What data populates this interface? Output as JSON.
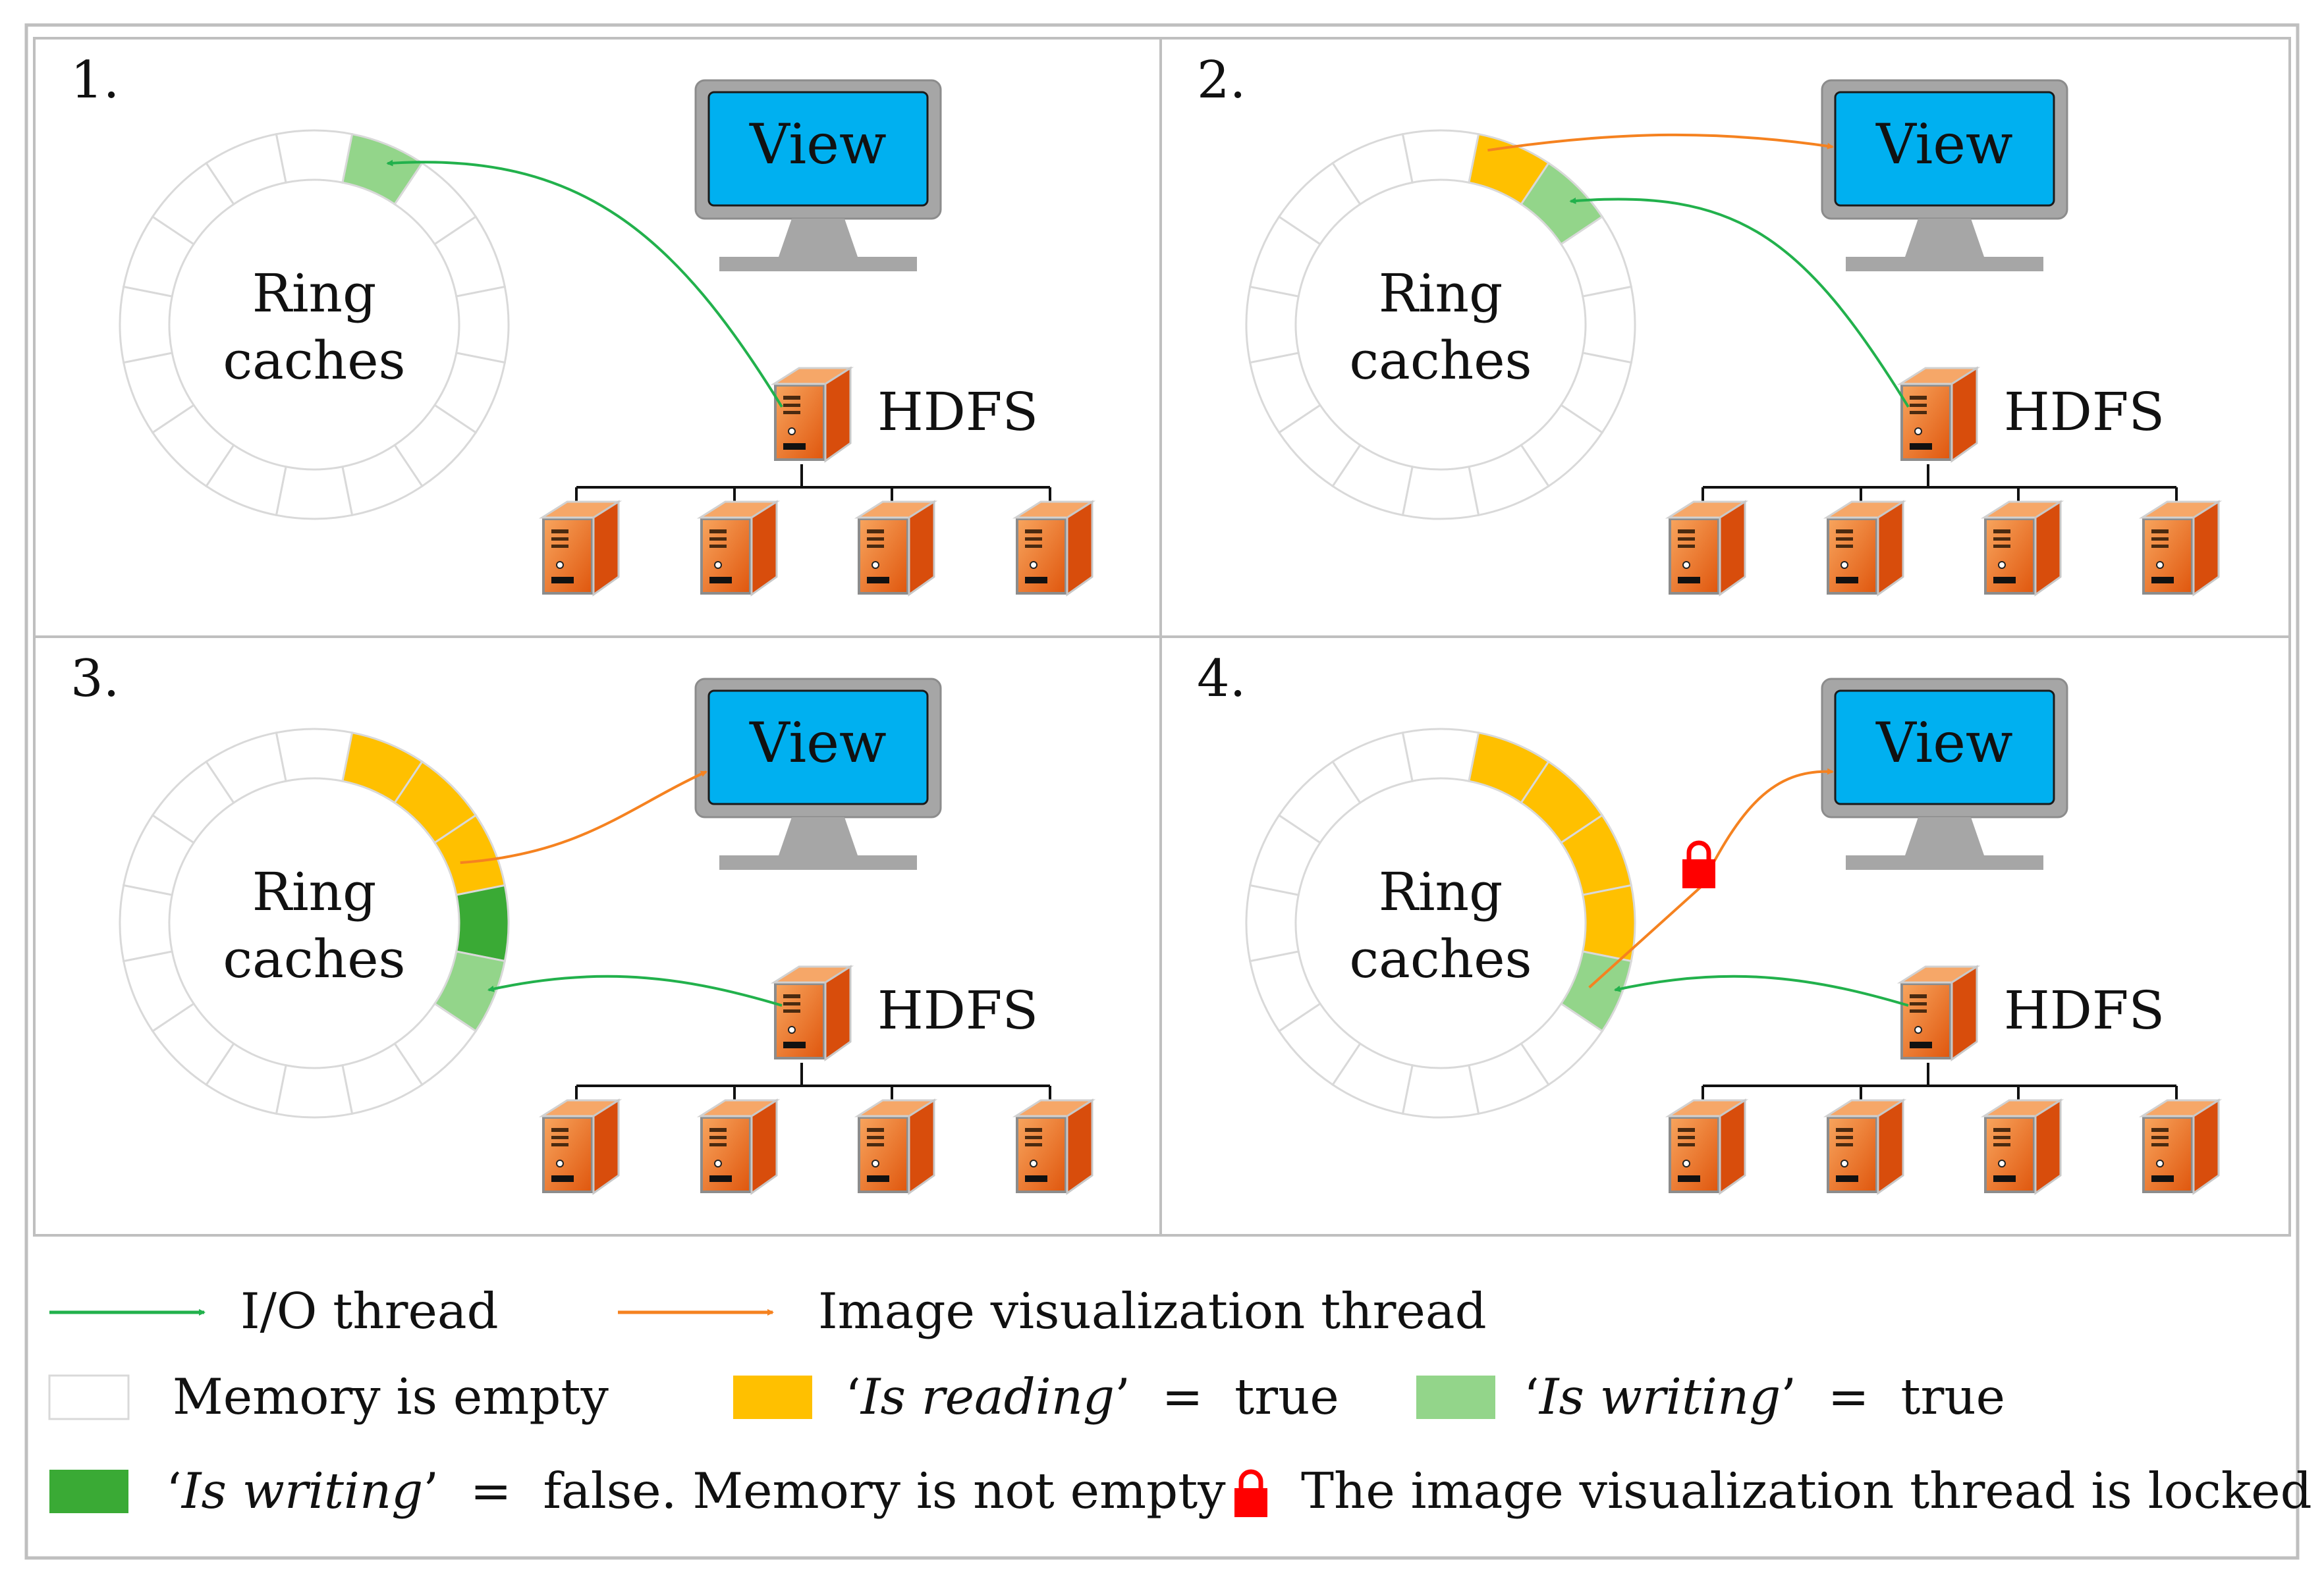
{
  "panels": [
    {
      "number": "1.",
      "ring_label": [
        "Ring",
        "caches"
      ],
      "view_label": "View",
      "hdfs_label": "HDFS",
      "segments": [
        {
          "index": 0,
          "state": "is-writing-true"
        }
      ],
      "arrows": [
        {
          "kind": "io",
          "from": "hdfs",
          "to": "ring"
        }
      ],
      "locked": false
    },
    {
      "number": "2.",
      "ring_label": [
        "Ring",
        "caches"
      ],
      "view_label": "View",
      "hdfs_label": "HDFS",
      "segments": [
        {
          "index": 0,
          "state": "is-reading-true"
        },
        {
          "index": 1,
          "state": "is-writing-true"
        }
      ],
      "arrows": [
        {
          "kind": "io",
          "from": "hdfs",
          "to": "ring"
        },
        {
          "kind": "vis",
          "from": "ring",
          "to": "view"
        }
      ],
      "locked": false
    },
    {
      "number": "3.",
      "ring_label": [
        "Ring",
        "caches"
      ],
      "view_label": "View",
      "hdfs_label": "HDFS",
      "segments": [
        {
          "index": 0,
          "state": "is-reading-true"
        },
        {
          "index": 1,
          "state": "is-reading-true"
        },
        {
          "index": 2,
          "state": "is-reading-true"
        },
        {
          "index": 3,
          "state": "written-not-empty"
        },
        {
          "index": 4,
          "state": "is-writing-true"
        }
      ],
      "arrows": [
        {
          "kind": "io",
          "from": "hdfs",
          "to": "ring"
        },
        {
          "kind": "vis",
          "from": "ring",
          "to": "view"
        }
      ],
      "locked": false
    },
    {
      "number": "4.",
      "ring_label": [
        "Ring",
        "caches"
      ],
      "view_label": "View",
      "hdfs_label": "HDFS",
      "segments": [
        {
          "index": 0,
          "state": "is-reading-true"
        },
        {
          "index": 1,
          "state": "is-reading-true"
        },
        {
          "index": 2,
          "state": "is-reading-true"
        },
        {
          "index": 3,
          "state": "is-reading-true"
        },
        {
          "index": 4,
          "state": "is-writing-true"
        }
      ],
      "arrows": [
        {
          "kind": "io",
          "from": "hdfs",
          "to": "ring"
        },
        {
          "kind": "vis",
          "from": "ring",
          "to": "view"
        }
      ],
      "locked": true
    }
  ],
  "legend": {
    "io_thread": "I/O thread",
    "vis_thread": "Image visualization thread",
    "empty": "Memory is empty",
    "reading_prefix": "‘",
    "reading_italic": "Is reading",
    "reading_suffix": "’  =  true",
    "writing_prefix": "‘",
    "writing_italic": "Is writing",
    "writing_suffix": "’  =  true",
    "written_prefix": "‘",
    "written_italic": "Is writing",
    "written_suffix": "’  =  false. Memory is not empty",
    "locked": "The image visualization thread is locked"
  },
  "colors": {
    "io": "#22b14c",
    "vis": "#f58220",
    "reading": "#ffc000",
    "writing": "#93d58a",
    "written": "#3aaa35",
    "lock": "#ff0000",
    "screen": "#00b0f0",
    "bezel": "#a6a6a6",
    "server": "#e8621a"
  }
}
